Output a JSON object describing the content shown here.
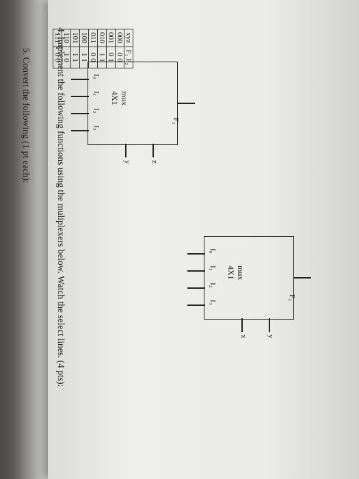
{
  "question4": {
    "text": "4. Implement the following functions using the muliplexers below. Watch the select lines. (4 pts):"
  },
  "truth_table": {
    "headers": [
      "xyz",
      "F₁ F₂"
    ],
    "rows": [
      [
        "000",
        "0   0"
      ],
      [
        "001",
        "0   1"
      ],
      [
        "010",
        "1   1"
      ],
      [
        "011",
        "0   0"
      ],
      [
        "100",
        "1   1"
      ],
      [
        "101",
        "1   1"
      ],
      [
        "110",
        "1   0"
      ],
      [
        "111",
        "0   0"
      ]
    ]
  },
  "mux1": {
    "label": "4X1",
    "sublabel": "mux",
    "inputs": [
      "I₀",
      "I₁",
      "I₂",
      "I₃"
    ],
    "output": "F₁",
    "selects": [
      "y",
      "z"
    ]
  },
  "mux2": {
    "label": "4X1",
    "sublabel": "mux",
    "inputs": [
      "I₀",
      "I₁",
      "I₂",
      "I₃"
    ],
    "output": "F₂",
    "selects": [
      "x",
      "y"
    ]
  },
  "question5": {
    "text": "5. Convert the following (1 pt each):"
  }
}
